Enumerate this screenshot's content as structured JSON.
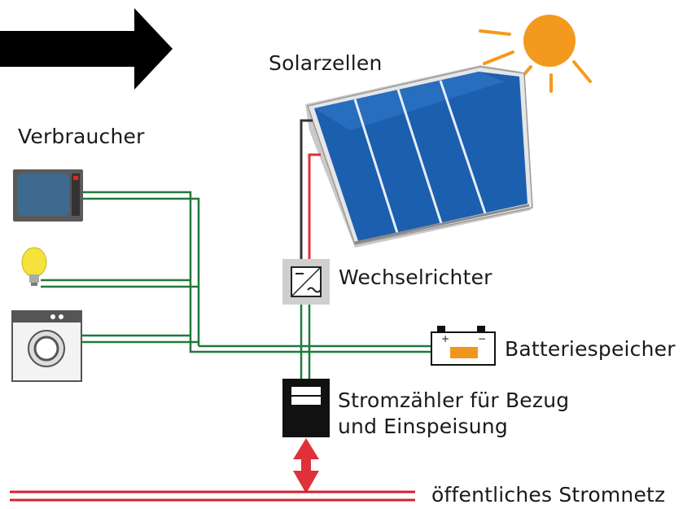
{
  "labels": {
    "solar": "Solarzellen",
    "consumers": "Verbraucher",
    "inverter": "Wechselrichter",
    "battery": "Batteriespeicher",
    "meter_line1": "Stromzähler für Bezug",
    "meter_line2": "und Einspeisung",
    "grid": "öffentliches Stromnetz"
  },
  "colors": {
    "wire_green": "#1f7a3a",
    "wire_red": "#e0303a",
    "grid_red": "#d81e2e",
    "panel_blue": "#1c5fae",
    "sun": "#f39a1e",
    "battery_fill": "#f0961e"
  },
  "icons": [
    "arrow-icon",
    "sun-icon",
    "solar-panel-icon",
    "tv-icon",
    "lightbulb-icon",
    "washing-machine-icon",
    "inverter-icon",
    "battery-icon",
    "meter-icon",
    "bidirectional-arrow-icon"
  ]
}
